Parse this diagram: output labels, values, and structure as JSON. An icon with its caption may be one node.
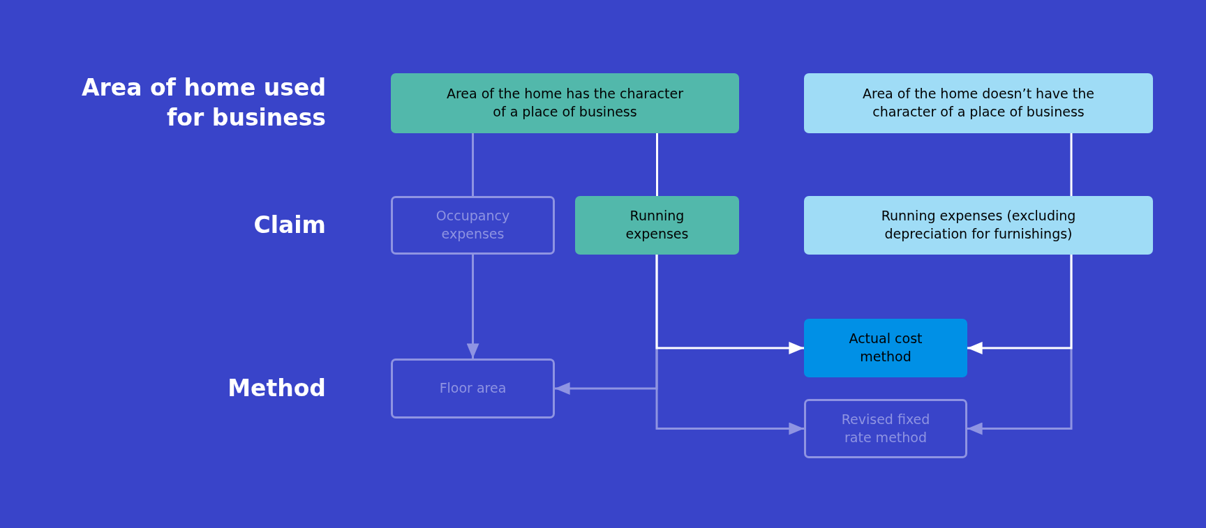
{
  "diagram": {
    "nodes": [
      {
        "text": [
          "Area of the home has the character of a place of business"
        ]
      },
      {
        "text": [
          "Area of the home doesn’t have the character of a place of business"
        ]
      },
      {
        "text": [
          "Occupancy expenses"
        ]
      },
      {
        "text": [
          "Running expenses"
        ]
      },
      {
        "text": [
          "Running expenses (excluding depreciation for furnishings)"
        ]
      },
      {
        "text": [
          "Actual cost method"
        ]
      },
      {
        "text": [
          "Floor area"
        ]
      },
      {
        "text": [
          "Revised fixed rate method"
        ]
      }
    ],
    "edges": [
      {
        "from": 0,
        "to": 2,
        "arrow": "none"
      },
      {
        "from": 0,
        "to": 3,
        "arrow": "none",
        "color": "#ffffff"
      },
      {
        "from": 1,
        "to": 4,
        "arrow": "none",
        "color": "#ffffff"
      },
      {
        "from": 2,
        "to": 6,
        "arrow": "to"
      },
      {
        "from": 3,
        "to": 5,
        "arrow": "to",
        "color": "#ffffff"
      },
      {
        "from": 3,
        "to": 6,
        "arrow": "to"
      },
      {
        "from": 3,
        "to": 7,
        "arrow": "to"
      },
      {
        "from": 4,
        "to": 5,
        "arrow": "to",
        "color": "#ffffff"
      },
      {
        "from": 4,
        "to": 7,
        "arrow": "to"
      }
    ],
    "labels": [
      "Area of home used for business",
      "Claim",
      "Method"
    ]
  }
}
